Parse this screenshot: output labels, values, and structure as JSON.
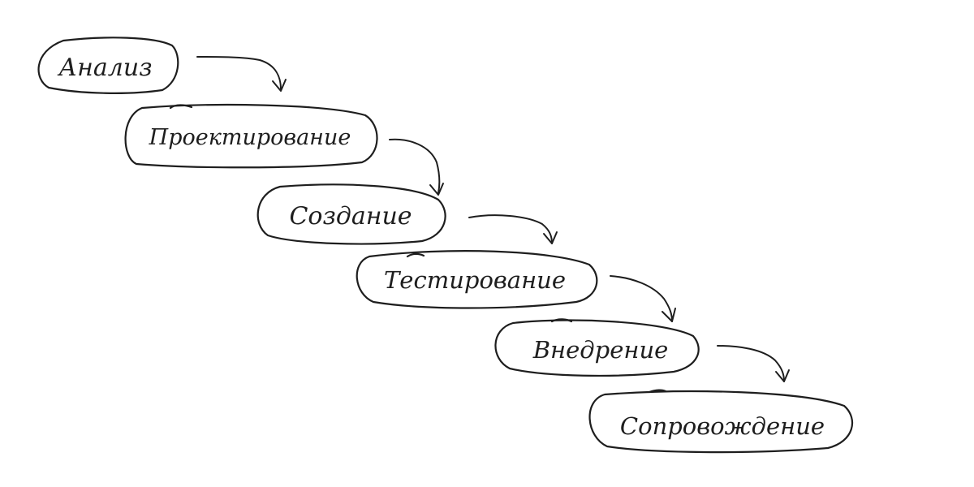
{
  "diagram": {
    "stages": [
      {
        "label": "Анализ"
      },
      {
        "label": "Проектирование"
      },
      {
        "label": "Создание"
      },
      {
        "label": "Тестирование"
      },
      {
        "label": "Внедрение"
      },
      {
        "label": "Сопровождение"
      }
    ],
    "colors": {
      "ink": "#1e1e1e",
      "background": "#ffffff"
    }
  }
}
